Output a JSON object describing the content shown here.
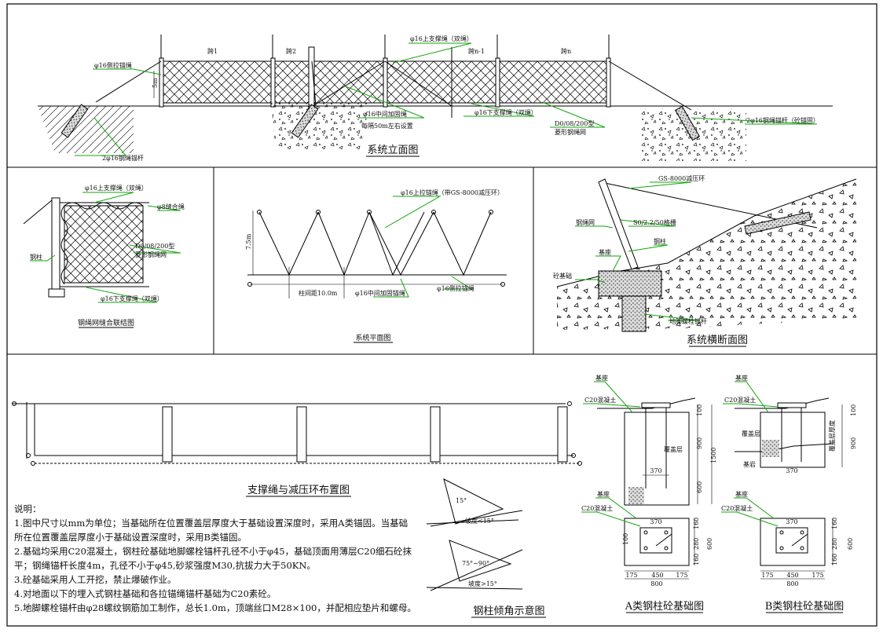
{
  "elevation": {
    "title": "系统立面图",
    "labels": {
      "side_anchor_rope": "φ16侧拉锚绳",
      "span1": "跨1",
      "span2": "跨2",
      "span_n1": "跨n-1",
      "span_n": "跨n",
      "height": "5m",
      "upper_rope": "φ16上支撑绳（双绳）",
      "lower_rope": "φ16下支撑绳（双绳）",
      "mid_rope": "φ16中间加固绳",
      "mid_rope_note": "每隔50m左右设置",
      "net_type": "D0/08/200型",
      "net_name": "菱形钢绳网",
      "anchor_left": "2φ16钢绳锚杆",
      "anchor_right": "2φ16钢绳锚杆（砼锚固）"
    }
  },
  "seam": {
    "title": "钢绳网缝合联结图",
    "labels": {
      "upper": "φ16上支撑绳（双绳）",
      "stitch": "φ8缝合绳",
      "net_type": "D0/08/200型",
      "net_name": "菱形钢绳网",
      "post": "钢柱",
      "lower": "φ16下支撑绳（双绳）"
    }
  },
  "plan": {
    "title": "系统平面图",
    "labels": {
      "upper_pull": "φ16上拉锚绳（带GS-8000减压环）",
      "height": "7.5m",
      "spacing": "柱间距10.0m",
      "mid_rope": "φ16中间加固锚绳",
      "side_rope": "φ16侧拉锚绳"
    }
  },
  "section": {
    "title": "系统横断面图",
    "labels": {
      "ring": "GS-8000减压环",
      "net": "钢绳网",
      "grid": "S0/2.2/50格栅",
      "post": "钢柱",
      "base_seat": "基座",
      "foundation": "砼基础",
      "bolt": "地脚螺栓锚杆"
    }
  },
  "layout": {
    "title": "支撑绳与减压环布置图"
  },
  "notes": {
    "heading": "说明：",
    "lines": [
      "1.图中尺寸以mm为单位；当基础所在位置覆盖层厚度大于基础设置深度时，采用A类锚固。当基础",
      "所在位置覆盖层厚度小于基础设置深度时，采用B类锚固。",
      "2.基础均采用C20混凝土，钢柱砼基础地脚螺栓锚杆孔径不小于φ45，基础顶面用薄层C20细石砼抹",
      "平；钢绳锚杆长度4m，孔径不小于φ45,砂浆强度M30,抗拔力大于50KN。",
      "3.砼基础采用人工开挖，禁止爆破作业。",
      "4.对地面以下的埋入式钢柱基础和各拉锚绳锚杆基础为C20素砼。",
      "5.地脚螺栓锚杆由φ28螺纹钢筋加工制作，总长1.0m，顶端丝口M28×100，并配相应垫片和螺母。"
    ]
  },
  "tilt": {
    "title": "钢柱倾角示意图",
    "labels": {
      "a1": "15°",
      "slope1": "坡度<15°",
      "a2": "75°~90°",
      "slope2": "坡度>15°"
    }
  },
  "type_a": {
    "title": "A类钢柱砼基础图",
    "labels": {
      "seat": "基座",
      "concrete": "C20混凝土",
      "cover": "覆盖层",
      "d100": "100",
      "d900": "900",
      "d1500": "1500",
      "d600": "600",
      "w370": "370",
      "seat2": "基座",
      "concrete2": "C20混凝土",
      "p370": "370",
      "p100": "100",
      "p160a": "160",
      "p280": "280",
      "p160b": "160",
      "p600": "600",
      "p175a": "175",
      "p450": "450",
      "p175b": "175",
      "p800": "800"
    }
  },
  "type_b": {
    "title": "B类钢柱砼基础图",
    "labels": {
      "seat": "基座",
      "concrete": "C20混凝土",
      "cover": "覆盖层",
      "cover_depth": "覆盖层厚度",
      "bedrock": "基岩",
      "d100": "100",
      "d900": "900",
      "w370": "370",
      "seat2": "基座",
      "concrete2": "C20混凝土",
      "p370": "370",
      "p160a": "160",
      "p280": "280",
      "p160b": "160",
      "p600": "600",
      "p175a": "175",
      "p450": "450",
      "p175b": "175",
      "p800": "800"
    }
  }
}
